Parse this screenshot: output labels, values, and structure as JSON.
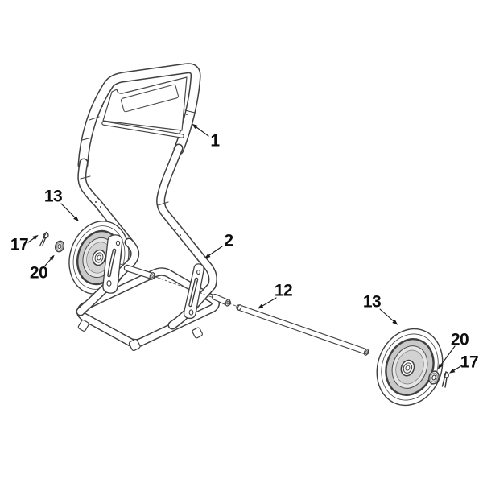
{
  "diagram": {
    "type": "exploded-parts-diagram",
    "part_numbers_visible": [
      "1",
      "2",
      "12",
      "13",
      "17",
      "20"
    ],
    "colors": {
      "background": "#ffffff",
      "line": "#3f3f3f",
      "label": "#0d0d0d",
      "rim_shade": "#c9c9c9",
      "dish_shade": "#e6e6e6",
      "hub_shade": "#d4d4d4"
    },
    "callouts": {
      "handle": "1",
      "frame": "2",
      "axle": "12",
      "wheel_left": "13",
      "wheel_right": "13",
      "pin_left": "17",
      "pin_right": "17",
      "washer_left": "20",
      "washer_right": "20"
    }
  }
}
